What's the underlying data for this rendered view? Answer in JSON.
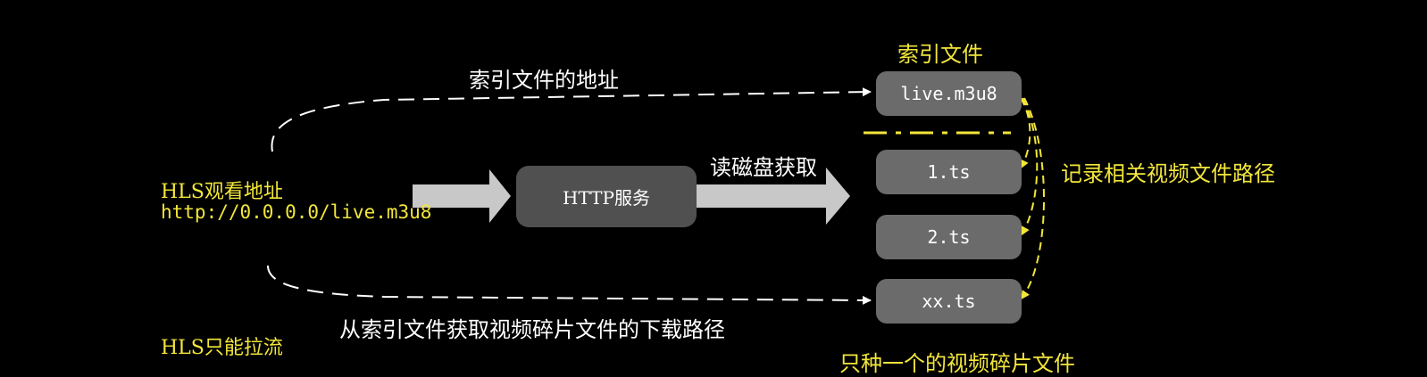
{
  "labels": {
    "index_file_title": "索引文件",
    "index_file_address": "索引文件的地址",
    "read_disk": "读磁盘获取",
    "record_paths": "记录相关视频文件路径",
    "hls_watch_label": "HLS观看地址",
    "hls_url": "http://0.0.0.0/live.m3u8",
    "fetch_segments": "从索引文件获取视频碎片文件的下载路径",
    "hls_pull_only": "HLS只能拉流",
    "bottom_cut_text": "只种一个的视频碎片文件"
  },
  "nodes": {
    "http_service": "HTTP服务",
    "index_file": "live.m3u8",
    "seg1": "1.ts",
    "seg2": "2.ts",
    "segxx": "xx.ts"
  },
  "colors": {
    "background": "#000000",
    "accent_yellow": "#f2e63a",
    "box_gray": "#6b6b6b",
    "http_box_gray": "#505050",
    "arrow_gray": "#c8c8c8"
  }
}
